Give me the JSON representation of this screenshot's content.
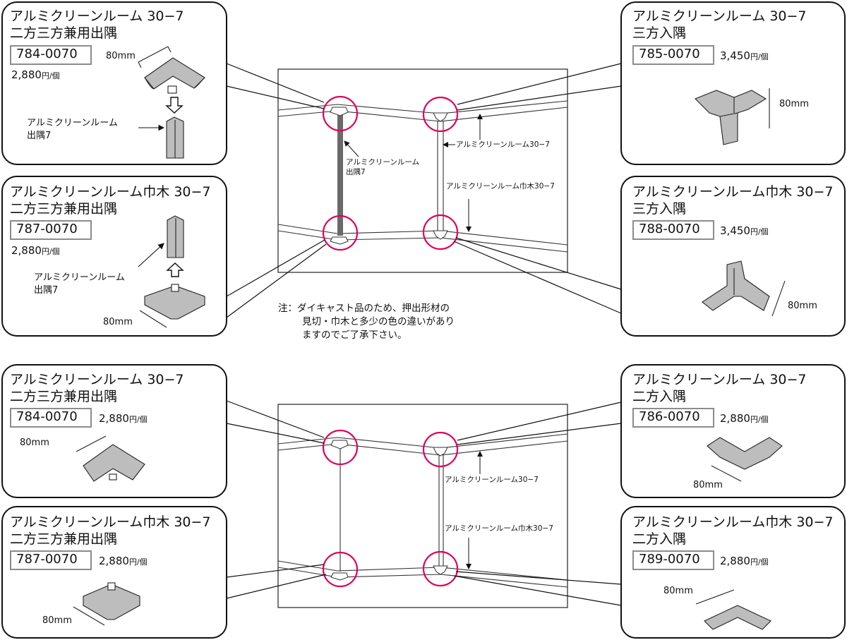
{
  "colors": {
    "highlight": "#e0005a",
    "part": "#bdbdbd",
    "code_border": "#8c8c8c"
  },
  "panels": [
    {
      "title1": "アルミクリーンルーム 30−7",
      "title2": "二方三方兼用出隅",
      "code": "784-0070",
      "price": "2,880",
      "unit": "円/個",
      "dim": "80mm",
      "extra_label1": "アルミクリーンルーム",
      "extra_label2": "出隅7"
    },
    {
      "title1": "アルミクリーンルーム巾木 30−7",
      "title2": "二方三方兼用出隅",
      "code": "787-0070",
      "price": "2,880",
      "unit": "円/個",
      "dim": "80mm",
      "extra_label1": "アルミクリーンルーム",
      "extra_label2": "出隅7"
    },
    {
      "title1": "アルミクリーンルーム 30−7",
      "title2": "三方入隅",
      "code": "785-0070",
      "price": "3,450",
      "unit": "円/個",
      "dim": "80mm"
    },
    {
      "title1": "アルミクリーンルーム巾木 30−7",
      "title2": "三方入隅",
      "code": "788-0070",
      "price": "3,450",
      "unit": "円/個",
      "dim": "80mm"
    },
    {
      "title1": "アルミクリーンルーム 30−7",
      "title2": "二方三方兼用出隅",
      "code": "784-0070",
      "price": "2,880",
      "unit": "円/個",
      "dim": "80mm"
    },
    {
      "title1": "アルミクリーンルーム巾木 30−7",
      "title2": "二方三方兼用出隅",
      "code": "787-0070",
      "price": "2,880",
      "unit": "円/個",
      "dim": "80mm"
    },
    {
      "title1": "アルミクリーンルーム 30−7",
      "title2": "二方入隅",
      "code": "786-0070",
      "price": "2,880",
      "unit": "円/個",
      "dim": "80mm"
    },
    {
      "title1": "アルミクリーンルーム巾木 30−7",
      "title2": "二方入隅",
      "code": "789-0070",
      "price": "2,880",
      "unit": "円/個",
      "dim": "80mm"
    }
  ],
  "diagram_labels": {
    "corner_post1": "アルミクリーンルーム",
    "corner_post2": "出隅7",
    "rail": "アルミクリーンルーム30−7",
    "baseboard": "アルミクリーンルーム巾木30−7"
  },
  "note": {
    "line1": "注：ダイキャスト品のため、押出形材の",
    "line2": "見切・巾木と多少の色の違いがあり",
    "line3": "ますのでご了承下さい。"
  }
}
